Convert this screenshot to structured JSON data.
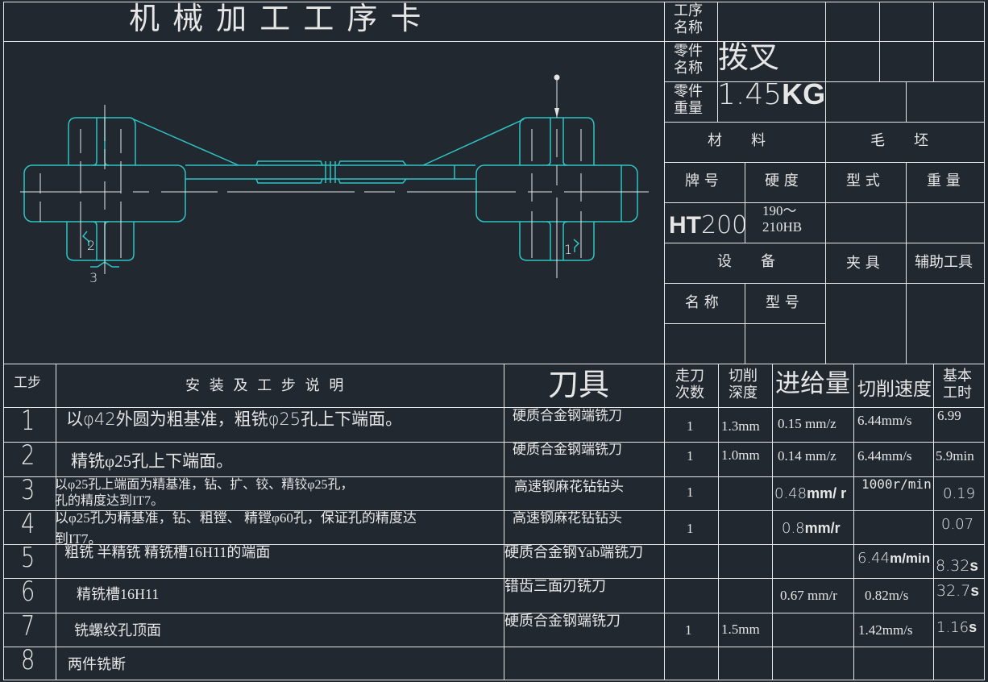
{
  "header": {
    "title": "机 械 加 工 工 序 卡"
  },
  "info": {
    "process_name_label": "工序\n名称",
    "process_name_value": "",
    "part_name_label": "零件\n名称",
    "part_name_value": "拨叉",
    "part_weight_label": "零件\n重量",
    "part_weight_number": "1.45",
    "part_weight_unit": "KG"
  },
  "material": {
    "material_label": "材　　料",
    "blank_label": "毛　　坯",
    "grade_label": "牌 号",
    "hardness_label": "硬 度",
    "type_label": "型 式",
    "weight_label": "重 量",
    "grade_prefix": "HT",
    "grade_number": "200",
    "hardness_line1": "190～",
    "hardness_line2": "210HB",
    "blank_type": "",
    "blank_weight": ""
  },
  "equipment": {
    "equipment_label": "设　　备",
    "fixture_label": "夹 具",
    "aux_tool_label": "辅助工具",
    "name_label": "名 称",
    "model_label": "型 号"
  },
  "drawing": {
    "labels": [
      "1",
      "2",
      "3"
    ],
    "line_color": "#2ec4c4",
    "center_line_color": "#e6e6e6"
  },
  "steps_table": {
    "headers": {
      "step": "工步",
      "description": "安 装 及 工 步 说 明",
      "tool": "刀具",
      "passes_l1": "走刀",
      "passes_l2": "次数",
      "depth_l1": "切削",
      "depth_l2": "深度",
      "feed": "进给量",
      "speed": "切削速度",
      "time_l1": "基本",
      "time_l2": "工时"
    },
    "rows": [
      {
        "step": "1",
        "description": "以φ42外圆为粗基准，粗铣φ25孔上下端面。",
        "tool": "硬质合金钢端铣刀",
        "passes": "1",
        "depth": "1.3mm",
        "feed": "0.15 mm/z",
        "speed": "6.44mm/s",
        "time": "6.99"
      },
      {
        "step": "2",
        "description": "精铣φ25孔上下端面。",
        "tool": "硬质合金钢端铣刀",
        "passes": "1",
        "depth": "1.0mm",
        "feed": "0.14 mm/z",
        "speed": "6.44mm/s",
        "time": "5.9min"
      },
      {
        "step": "3",
        "description": "以φ25孔上端面为精基准，钻、扩、铰、精铰φ25孔，",
        "description2": "孔的精度达到IT7。",
        "tool": "高速钢麻花钻钻头",
        "passes": "1",
        "depth": "",
        "feed_num": "0.48",
        "feed_unit": "mm/ r",
        "speed": "1000r/min",
        "time": "0.19"
      },
      {
        "step": "4",
        "description": "以φ25孔为精基准，钻、粗镗、 精镗φ60孔，保证孔的精度达",
        "description2": "到IT7。",
        "tool": "高速钢麻花钻钻头",
        "passes": "1",
        "depth": "",
        "feed_num": "0.8",
        "feed_unit": "mm/r",
        "speed": "",
        "time": "0.07"
      },
      {
        "step": "5",
        "description": "粗铣 半精铣 精铣槽16H11的端面",
        "tool": "硬质合金钢Yab端铣刀",
        "passes": "",
        "depth": "",
        "feed": "",
        "speed_num": "6.44",
        "speed_unit": "m/min",
        "time_num": "8.32",
        "time_unit": "s"
      },
      {
        "step": "6",
        "description": "精铣槽16H11",
        "tool": "错齿三面刃铣刀",
        "passes": "",
        "depth": "",
        "feed": "0.67 mm/r",
        "speed": "0.82m/s",
        "time_num": "32.7",
        "time_unit": "s"
      },
      {
        "step": "7",
        "description": "铣螺纹孔顶面",
        "tool": "硬质合金钢端铣刀",
        "passes": "1",
        "depth": "1.5mm",
        "feed": "",
        "speed": "1.42mm/s",
        "time_num": "1.16",
        "time_unit": "s"
      },
      {
        "step": "8",
        "description": "两件铣断",
        "tool": "",
        "passes": "",
        "depth": "",
        "feed": "",
        "speed": "",
        "time": ""
      }
    ]
  }
}
